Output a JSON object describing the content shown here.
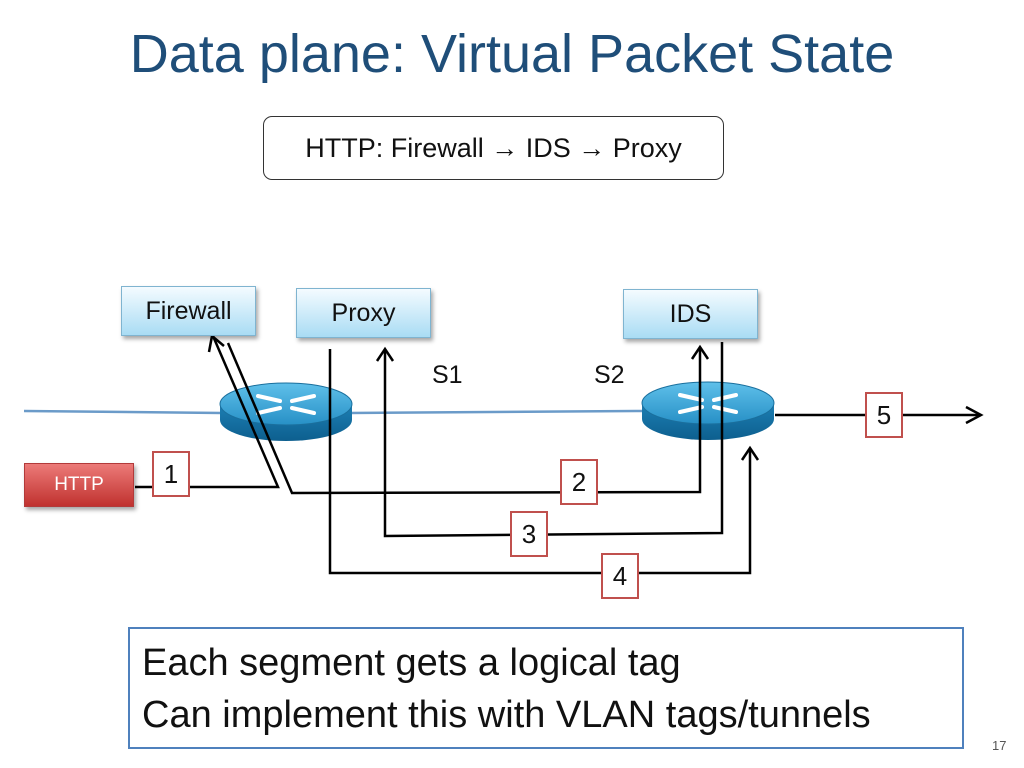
{
  "title": "Data plane: Virtual Packet State",
  "policy": "HTTP: Firewall → IDS → Proxy",
  "middleboxes": {
    "firewall": "Firewall",
    "proxy": "Proxy",
    "ids": "IDS"
  },
  "switches": {
    "s1": "S1",
    "s2": "S2"
  },
  "packet": "HTTP",
  "tags": [
    "1",
    "2",
    "3",
    "4",
    "5"
  ],
  "summary": [
    "Each segment gets a logical tag",
    "Can implement this with VLAN tags/tunnels"
  ],
  "page_number": "17",
  "colors": {
    "title": "#1f4e79",
    "middlebox": "#a9dcf4",
    "switch": "#1f8fc4",
    "packet": "#c0322f",
    "tag_border": "#c0504d",
    "summary_border": "#4f81bd",
    "network_line": "#6b9bc9"
  }
}
